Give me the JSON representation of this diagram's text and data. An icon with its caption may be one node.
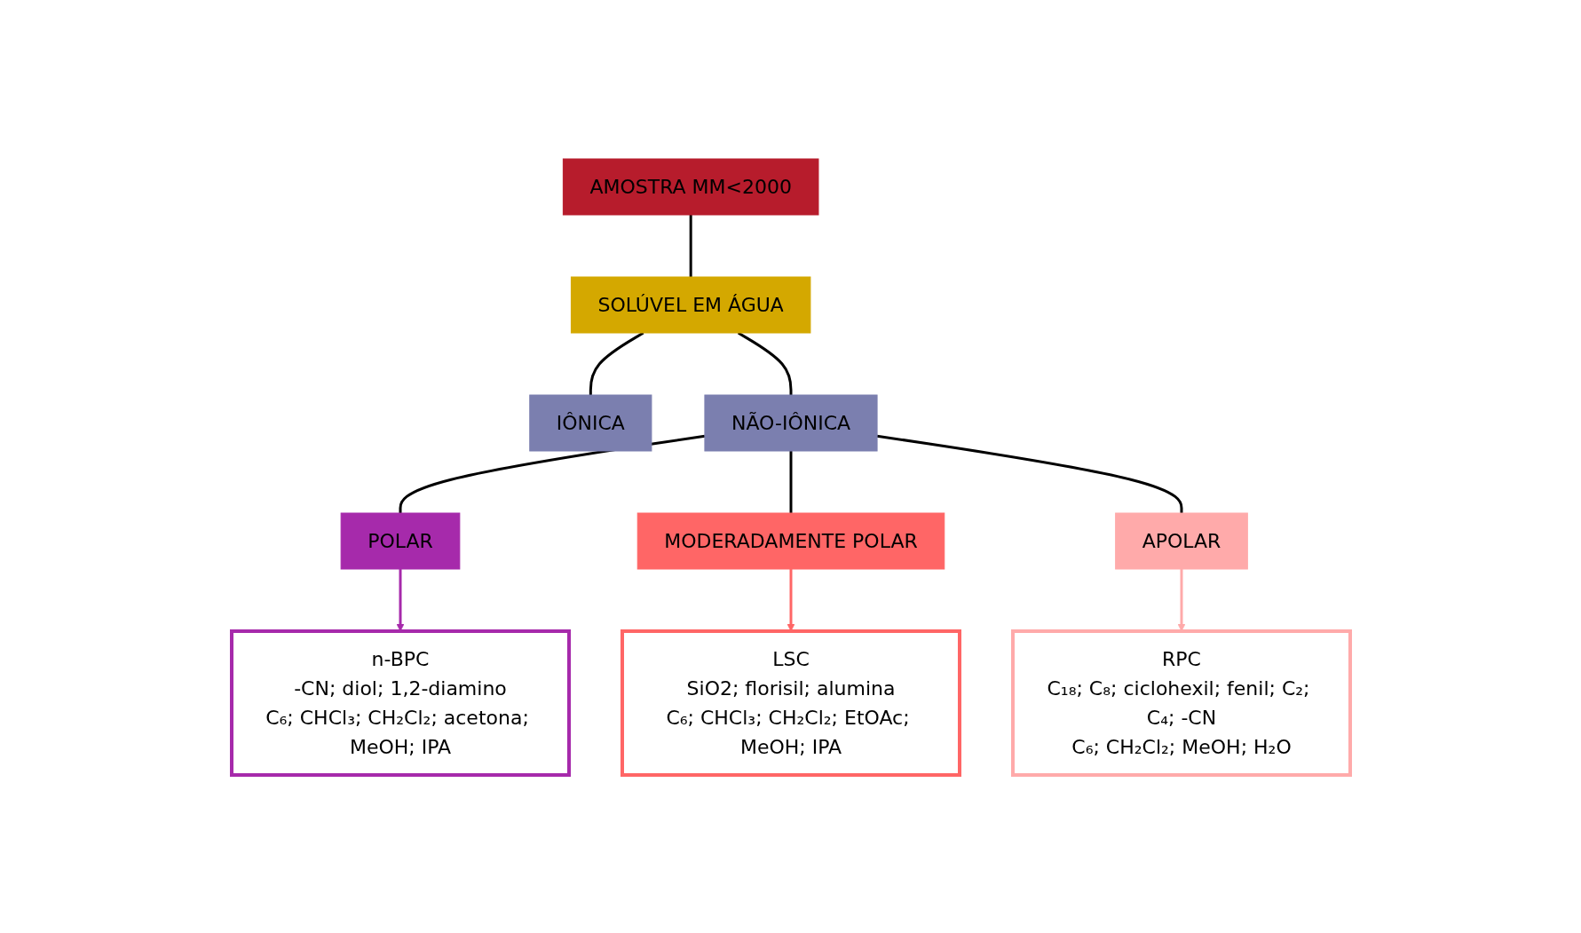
{
  "diagram": {
    "nodes": [
      {
        "text": [
          "AMOSTRA MM<2000"
        ]
      },
      {
        "text": [
          "SOLÚVEL EM ÁGUA"
        ]
      },
      {
        "text": [
          "IÔNICA"
        ]
      },
      {
        "text": [
          "NÃO-IÔNICA"
        ]
      },
      {
        "text": [
          "POLAR"
        ]
      },
      {
        "text": [
          "MODERADAMENTE POLAR"
        ]
      },
      {
        "text": [
          "APOLAR"
        ]
      },
      {
        "text": [
          "n-BPC",
          "-CN; diol; 1,2-diamino",
          "C₆; CHCl₃; CH₂Cl₂; acetona; MeOH; IPA"
        ]
      },
      {
        "text": [
          "LSC",
          "SiO2; florisil; alumina",
          "C₆; CHCl₃; CH₂Cl₂; EtOAc; MeOH; IPA"
        ]
      },
      {
        "text": [
          "RPC",
          "C₁₈; C₈; ciclohexil; fenil; C₂; C₄; -CN",
          "C₆; CH₂Cl₂; MeOH; H₂O"
        ]
      }
    ],
    "edges": [
      {
        "from": 0,
        "to": 1,
        "arrow": "none"
      },
      {
        "from": 1,
        "to": 2,
        "arrow": "none"
      },
      {
        "from": 1,
        "to": 3,
        "arrow": "none"
      },
      {
        "from": 3,
        "to": 4,
        "arrow": "none"
      },
      {
        "from": 3,
        "to": 5,
        "arrow": "none"
      },
      {
        "from": 3,
        "to": 6,
        "arrow": "none"
      },
      {
        "from": 4,
        "to": 7,
        "arrow": "to",
        "color": "#a62aab"
      },
      {
        "from": 5,
        "to": 8,
        "arrow": "to",
        "color": "#ff6666"
      },
      {
        "from": 6,
        "to": 9,
        "arrow": "to",
        "color": "#ffaaaa"
      }
    ]
  }
}
